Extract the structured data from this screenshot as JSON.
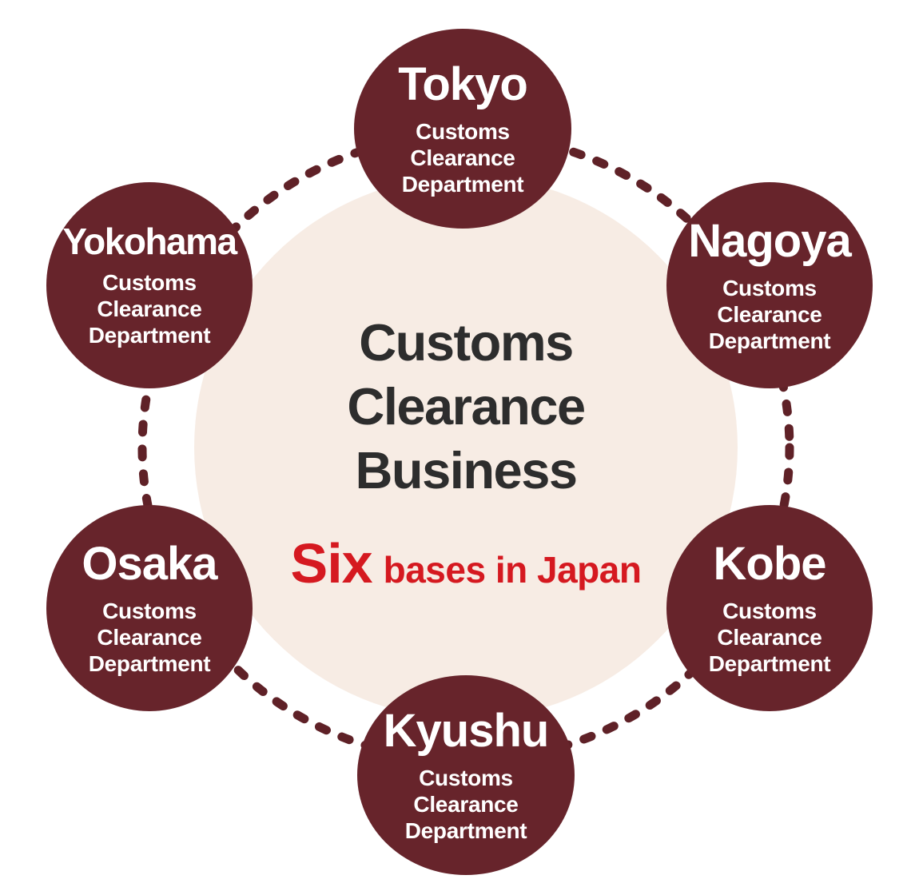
{
  "center": {
    "title_lines": [
      "Customs",
      "Clearance",
      "Business"
    ],
    "subtitle_emphasis": "Six",
    "subtitle_rest": "bases in Japan"
  },
  "nodes": [
    {
      "city": "Tokyo",
      "dept_lines": [
        "Customs",
        "Clearance",
        "Department"
      ]
    },
    {
      "city": "Nagoya",
      "dept_lines": [
        "Customs",
        "Clearance",
        "Department"
      ]
    },
    {
      "city": "Kobe",
      "dept_lines": [
        "Customs",
        "Clearance",
        "Department"
      ]
    },
    {
      "city": "Kyushu",
      "dept_lines": [
        "Customs",
        "Clearance",
        "Department"
      ]
    },
    {
      "city": "Osaka",
      "dept_lines": [
        "Customs",
        "Clearance",
        "Department"
      ]
    },
    {
      "city": "Yokohama",
      "dept_lines": [
        "Customs",
        "Clearance",
        "Department"
      ]
    }
  ],
  "colors": {
    "node_fill": "#67242b",
    "node_text": "#ffffff",
    "center_fill": "#f7ece4",
    "title_text": "#2d2d2d",
    "subtitle_text": "#d51920",
    "connector": "#5f2127",
    "background": "#ffffff"
  }
}
